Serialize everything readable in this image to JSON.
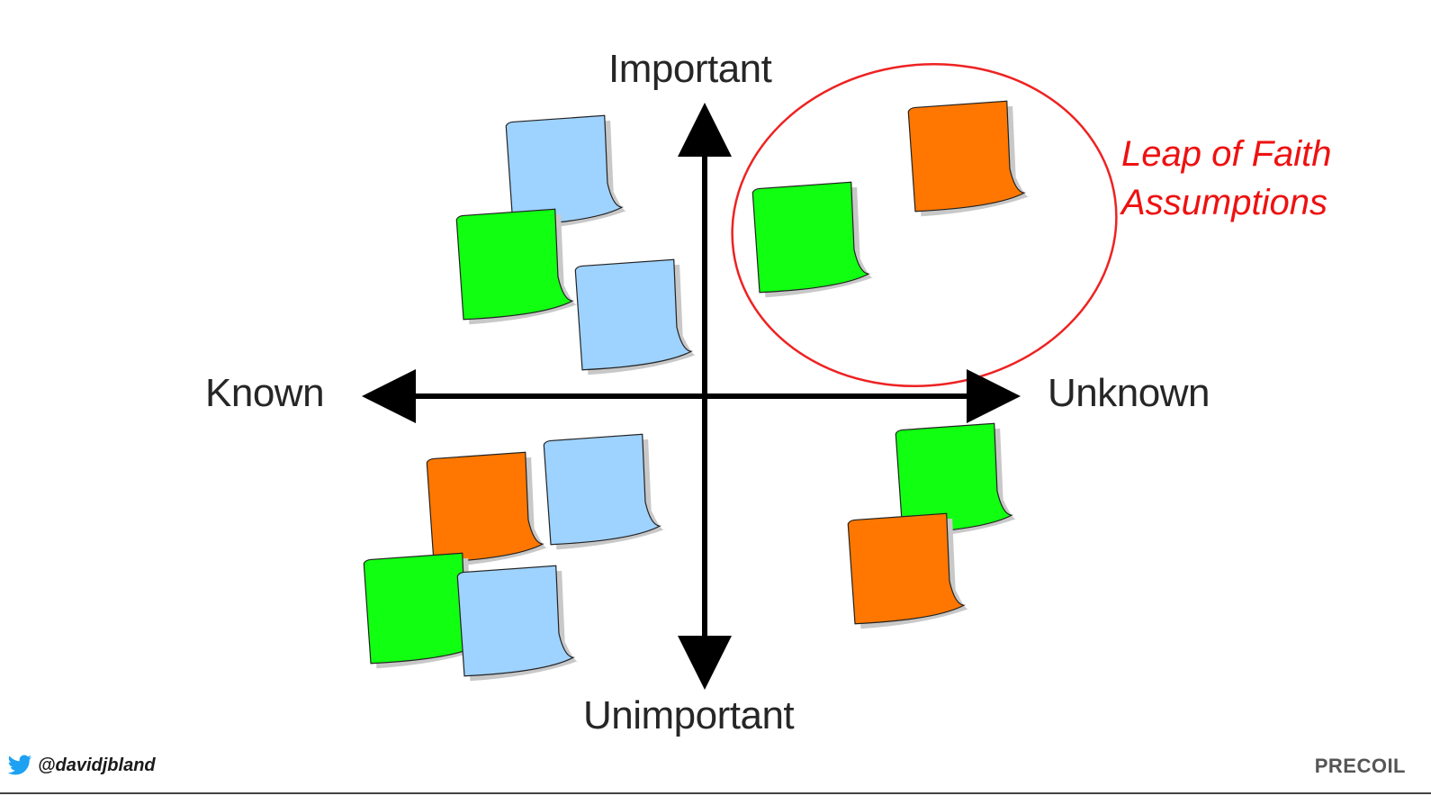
{
  "labels": {
    "top": "Important",
    "bottom": "Unimportant",
    "left": "Known",
    "right": "Unknown"
  },
  "callout": {
    "line1": "Leap of Faith",
    "line2": "Assumptions",
    "color": "#ee1111"
  },
  "footer": {
    "handle": "@davidjbland",
    "handle_icon": "twitter-bird-icon",
    "brand": "PRECOIL"
  },
  "colors": {
    "blue": "#9ed2ff",
    "green": "#11ff11",
    "orange": "#ff7700",
    "axis": "#000000"
  },
  "notes": [
    {
      "color": "blue",
      "quadrant": "known-important"
    },
    {
      "color": "green",
      "quadrant": "known-important"
    },
    {
      "color": "blue",
      "quadrant": "known-important"
    },
    {
      "color": "green",
      "quadrant": "unknown-important"
    },
    {
      "color": "orange",
      "quadrant": "unknown-important"
    },
    {
      "color": "orange",
      "quadrant": "known-unimportant"
    },
    {
      "color": "blue",
      "quadrant": "known-unimportant"
    },
    {
      "color": "green",
      "quadrant": "known-unimportant"
    },
    {
      "color": "blue",
      "quadrant": "known-unimportant"
    },
    {
      "color": "green",
      "quadrant": "unknown-unimportant"
    },
    {
      "color": "orange",
      "quadrant": "unknown-unimportant"
    }
  ]
}
